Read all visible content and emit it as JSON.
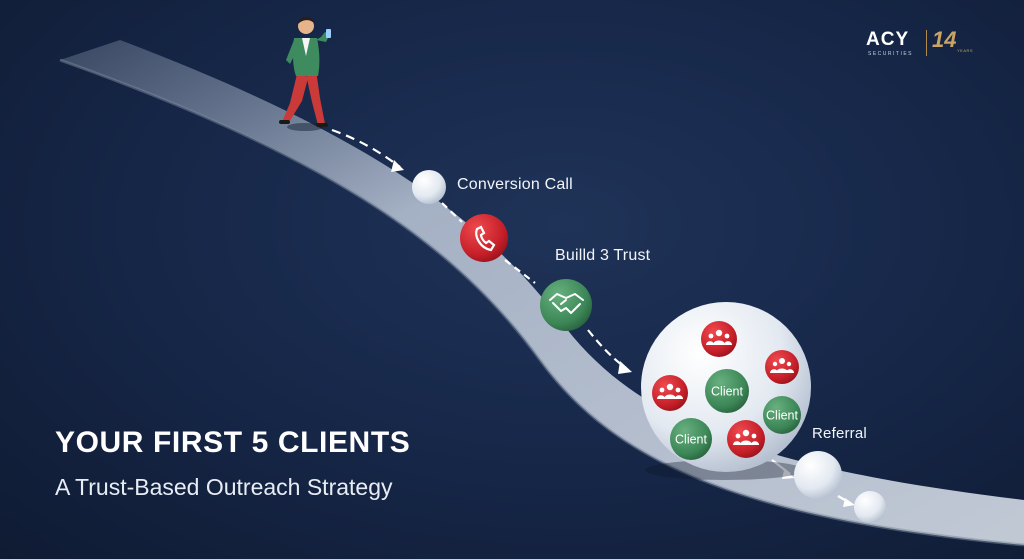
{
  "headline": "YOUR FIRST 5 CLIENTS",
  "subheadline": "A Trust-Based Outreach Strategy",
  "steps": {
    "conversion": "Conversion Call",
    "trust": "Builld 3 Trust",
    "referral": "Referral"
  },
  "clients": {
    "label": "Client"
  },
  "logo": {
    "wordmark": "ACY",
    "sub": "SECURITIES",
    "anniversary": "14",
    "anniversary_sub": "YEARS"
  },
  "colors": {
    "background": "#17284a",
    "path": "#c9d3e0",
    "red_ball": "#c8202b",
    "green_ball": "#3f8a5a",
    "snowball": "#eef2f7",
    "logo_gold": "#c9a465"
  },
  "icons": [
    "phone-icon",
    "handshake-icon",
    "group-icon",
    "person-icon"
  ]
}
